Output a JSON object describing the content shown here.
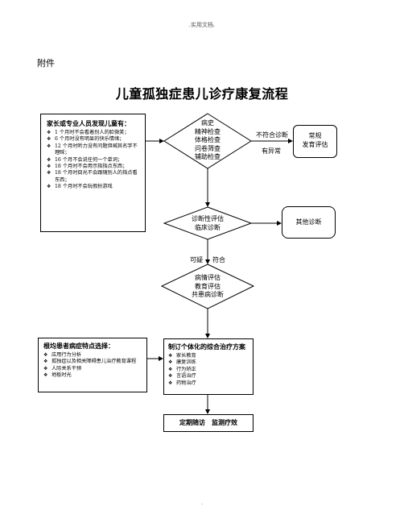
{
  "header": ".实用文档.",
  "attachment": "附件",
  "title": "儿童孤独症患儿诊疗康复流程",
  "bullet": "❖",
  "parent_box": {
    "title": "家长或专业人员发现儿童有：",
    "items": [
      "1 个月时不会看着别人的脸微笑；",
      "6 个月时没有明显的快乐情绪；",
      "12 个月时听力没有问题但喊其名字不理睬；",
      "16 个月不会说任何一个单词；",
      "18 个月时不会用示指指点东西；",
      "18 个月时目光不会跟随别人的指点看东西；",
      "18 个月时不会玩假扮游戏"
    ]
  },
  "diamond1": [
    "病史",
    "精神检查",
    "体格检查",
    "问卷筛查",
    "辅助检查"
  ],
  "label_mismatch": "不符合诊断",
  "label_abnormal": "有异常",
  "dev_box": [
    "常规",
    "发育评估"
  ],
  "diamond2": [
    "诊断性评估",
    "临床诊断"
  ],
  "other_box": "其他诊断",
  "label_suspect": "可疑",
  "label_match": "符合",
  "diamond3": [
    "病情评估",
    "教育评估",
    "共患病诊断"
  ],
  "left_box": {
    "title": "根均患者病症特点选择：",
    "items": [
      "应用行为分析",
      "孤独症以及相关障碍患儿治疗教育课程",
      "人际关系干预",
      "地板时光"
    ]
  },
  "plan_box": {
    "title": "制订个体化的综合治疗方案",
    "items": [
      "家长教育",
      "康复训练",
      "行为矫正",
      "言语治疗",
      "药物治疗"
    ]
  },
  "followup": "定期随访　监测疗效",
  "footer": "."
}
